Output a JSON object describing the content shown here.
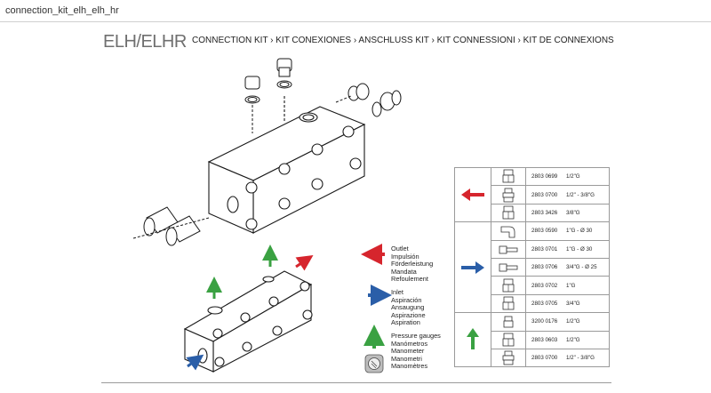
{
  "file": {
    "name": "connection_kit_elh_elh_hr"
  },
  "header": {
    "brand": "ELH/ELHR",
    "title": "CONNECTION KIT › KIT CONEXIONES › ANSCHLUSS KIT › KIT CONNESSIONI › KIT DE CONNEXIONS"
  },
  "legend": {
    "outlet": {
      "lines": [
        "Outlet",
        "Impulsión",
        "Förderleistung",
        "Mandata",
        "Refoulement"
      ],
      "color": "#d6252d"
    },
    "inlet": {
      "lines": [
        "Inlet",
        "Aspiración",
        "Ansaugung",
        "Aspirazione",
        "Aspiration"
      ],
      "color": "#2a5ea8"
    },
    "gauges": {
      "lines": [
        "Pressure gauges",
        "Manómetros",
        "Manometer",
        "Manometri",
        "Manomètres"
      ],
      "color": "#3aa142"
    }
  },
  "kit_table": {
    "groups": [
      {
        "arrow": "left",
        "color": "#d6252d",
        "rows": [
          {
            "code": "2803 0699",
            "size": "1/2\"G",
            "icon": "plug"
          },
          {
            "code": "2803 0700",
            "size": "1/2\" - 3/8\"G",
            "icon": "adapter"
          },
          {
            "code": "2803 3426",
            "size": "3/8\"G",
            "icon": "plug"
          }
        ]
      },
      {
        "arrow": "right",
        "color": "#2a5ea8",
        "rows": [
          {
            "code": "2803 0590",
            "size": "1\"G - Ø 30",
            "icon": "elbow"
          },
          {
            "code": "2803 0701",
            "size": "1\"G - Ø 30",
            "icon": "hose-tail"
          },
          {
            "code": "2803 0706",
            "size": "3/4\"G - Ø 25",
            "icon": "hose-tail"
          },
          {
            "code": "2803 0702",
            "size": "1\"G",
            "icon": "plug"
          },
          {
            "code": "2803 0705",
            "size": "3/4\"G",
            "icon": "plug"
          }
        ]
      },
      {
        "arrow": "up",
        "color": "#3aa142",
        "rows": [
          {
            "code": "3200 0176",
            "size": "1/2\"G",
            "icon": "plug-small"
          },
          {
            "code": "2803 0603",
            "size": "1/2\"G",
            "icon": "plug"
          },
          {
            "code": "2803 0700",
            "size": "1/2\" - 3/8\"G",
            "icon": "adapter"
          }
        ]
      }
    ]
  }
}
